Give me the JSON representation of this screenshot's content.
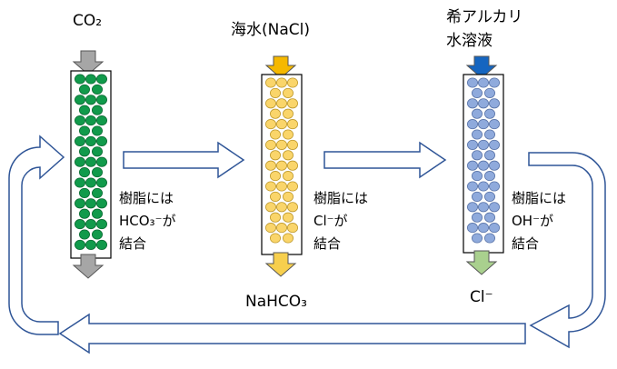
{
  "columns": [
    {
      "id": "co2",
      "input_label": "CO₂",
      "input_arrow_color": "#a6a6a6",
      "output_arrow_color": "#a6a6a6",
      "bead_color": "#119a4b",
      "bead_stroke": "#0b6b33",
      "resin_text": [
        "樹脂には",
        "HCO₃⁻が",
        "結合"
      ],
      "output_label": ""
    },
    {
      "id": "seawater",
      "input_label": "海水(NaCl)",
      "input_arrow_color": "#f5b800",
      "output_arrow_color": "#f7cf4d",
      "bead_color": "#fad56a",
      "bead_stroke": "#bf9a2e",
      "resin_text": [
        "樹脂には",
        "Cl⁻が",
        "結合"
      ],
      "output_label": "NaHCO₃"
    },
    {
      "id": "alkali",
      "input_label_lines": [
        "希アルカリ",
        "水溶液"
      ],
      "input_arrow_color": "#1565c0",
      "output_arrow_color": "#a9d08e",
      "bead_color": "#8faadc",
      "bead_stroke": "#5a74a8",
      "resin_text": [
        "樹脂には",
        "OH⁻が",
        "結合"
      ],
      "output_label": "Cl⁻"
    }
  ],
  "flow_arrow_color": "#2f5597"
}
